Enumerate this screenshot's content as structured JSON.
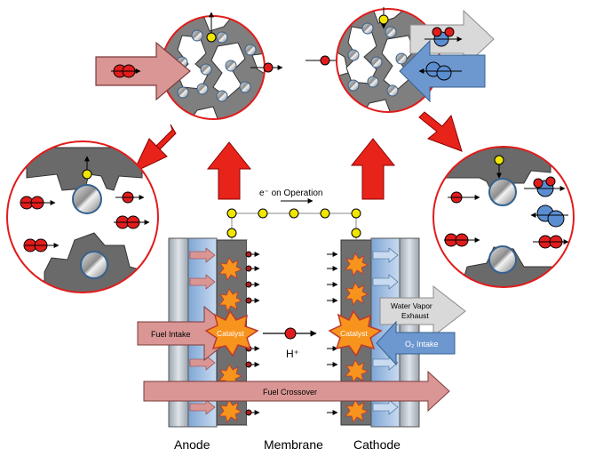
{
  "labels": {
    "anode": "Anode",
    "membrane": "Membrane",
    "cathode": "Cathode",
    "electron_flow": "e⁻ on Operation",
    "proton": "H⁺",
    "catalyst_left": "Catalyst",
    "catalyst_right": "Catalyst",
    "fuel_intake": "Fuel Intake",
    "fuel_crossover": "Fuel Crossover",
    "water_vapor_line1": "Water Vapor",
    "water_vapor_line2": "Exhaust",
    "o2_intake": "O₂ Intake"
  },
  "colors": {
    "red_arrow": "#e8231a",
    "pink_arrow": "#d99694",
    "blue_arrow": "#7fa6d6",
    "gray_arrow": "#d9d9d9",
    "electrode_gray": "#7f7f7f",
    "membrane_gray": "#9fa7b3",
    "channel_blue": "#a9c4e6",
    "catalyst_orange": "#f7941d",
    "electron_yellow": "#f2e600",
    "circle_red": "#e11c1c"
  }
}
